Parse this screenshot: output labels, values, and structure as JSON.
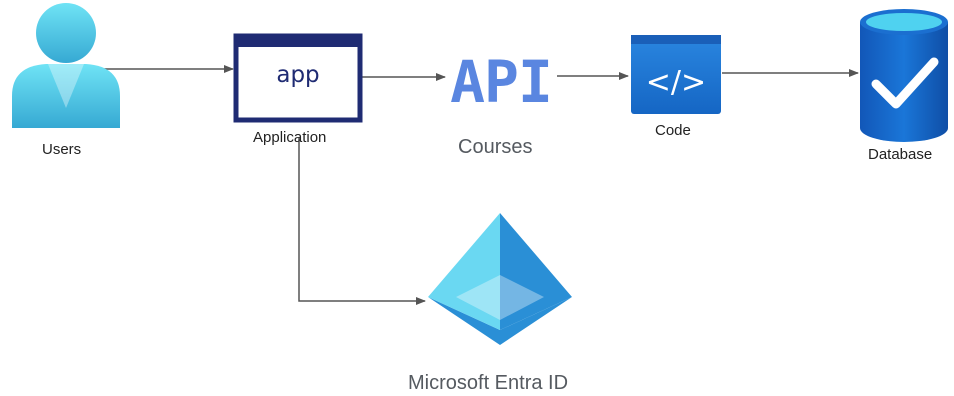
{
  "nodes": {
    "users": {
      "label": "Users",
      "icon": "user-icon"
    },
    "application": {
      "label": "Application",
      "icon": "app-window-icon",
      "icon_text": "app"
    },
    "api": {
      "label": "Courses",
      "icon": "api-icon",
      "icon_text": "API"
    },
    "code": {
      "label": "Code",
      "icon": "code-brackets-icon",
      "icon_text": "</>"
    },
    "database": {
      "label": "Database",
      "icon": "database-check-icon"
    },
    "entra": {
      "label": "Microsoft Entra ID",
      "icon": "entra-id-pyramid-icon"
    }
  },
  "edges": [
    {
      "from": "users",
      "to": "application"
    },
    {
      "from": "application",
      "to": "api"
    },
    {
      "from": "api",
      "to": "code"
    },
    {
      "from": "code",
      "to": "database"
    },
    {
      "from": "application",
      "to": "entra"
    }
  ],
  "colors": {
    "user_light": "#5fdcf2",
    "user_dark": "#3aaed6",
    "app_frame": "#1f2b73",
    "api_text": "#5a86e0",
    "code_blue": "#1f7ad8",
    "db_blue": "#1565c0",
    "db_top": "#4fd2f0",
    "entra_light": "#6ad8f2",
    "entra_dark": "#2a8fd6",
    "connector": "#555555"
  }
}
